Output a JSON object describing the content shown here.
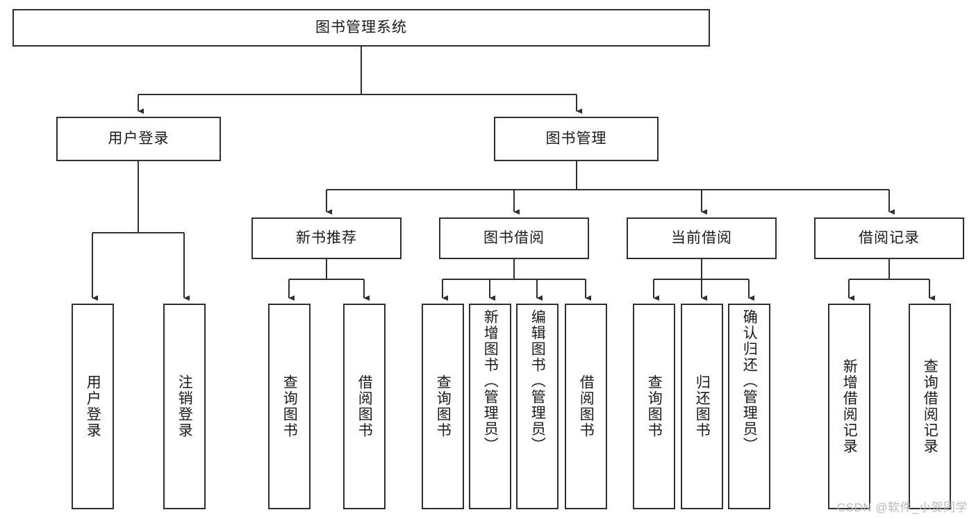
{
  "diagram": {
    "type": "tree-hierarchy-chart",
    "title": "图书管理系统",
    "line_color": "#2f2f2f",
    "box_fill": "#ffffff",
    "text_color": "#1a1a1a",
    "nodes": {
      "root": {
        "label": "图书管理系统"
      },
      "level2": [
        {
          "label": "用户登录"
        },
        {
          "label": "图书管理"
        }
      ],
      "level3": [
        {
          "label": "新书推荐"
        },
        {
          "label": "图书借阅"
        },
        {
          "label": "当前借阅"
        },
        {
          "label": "借阅记录"
        }
      ],
      "leaves_user_login": [
        {
          "label": "用户登录"
        },
        {
          "label": "注销登录"
        }
      ],
      "leaves_new_book": [
        {
          "label": "查询图书"
        },
        {
          "label": "借阅图书"
        }
      ],
      "leaves_borrow": [
        {
          "label": "查询图书"
        },
        {
          "label": "新增图书（管理员）"
        },
        {
          "label": "编辑图书（管理员）"
        },
        {
          "label": "借阅图书"
        }
      ],
      "leaves_current": [
        {
          "label": "查询图书"
        },
        {
          "label": "归还图书"
        },
        {
          "label": "确认归还（管理员）"
        }
      ],
      "leaves_records": [
        {
          "label": "新增借阅记录"
        },
        {
          "label": "查询借阅记录"
        }
      ]
    }
  },
  "watermark": {
    "text": "CSDN @软件_小贺同学",
    "color": "#b9b9b9"
  }
}
